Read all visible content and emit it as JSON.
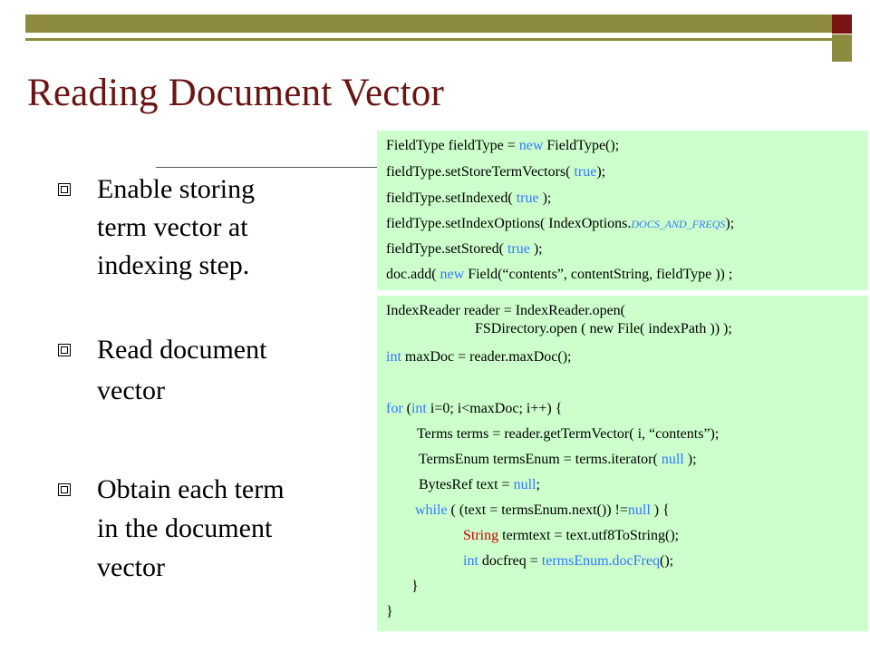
{
  "slide": {
    "title": "Reading Document Vector",
    "bullets": [
      {
        "lines": [
          "Enable storing",
          "term vector  at",
          "indexing step."
        ]
      },
      {
        "lines": [
          "Read document",
          "vector"
        ]
      },
      {
        "lines": [
          "Obtain each term",
          "in the document",
          "vector"
        ]
      }
    ]
  },
  "code1": {
    "l1_a": "FieldType fieldType = ",
    "l1_kw": "new",
    "l1_b": " FieldType();",
    "l2_a": "fieldType.setStoreTermVectors( ",
    "l2_kw": "true",
    "l2_b": ");",
    "l3_a": "fieldType.setIndexed( ",
    "l3_kw": "true",
    "l3_b": " );",
    "l4_a": "fieldType.setIndexOptions( IndexOptions.",
    "l4_kw": "DOCS_AND_FREQS",
    "l4_b": ");",
    "l5_a": "fieldType.setStored( ",
    "l5_kw": "true",
    "l5_b": " );",
    "l6_a": "doc.add( ",
    "l6_kw": "new",
    "l6_b": " Field(“contents”, contentString, fieldType )) ;"
  },
  "code2": {
    "l1": "IndexReader reader  =  IndexReader.open(",
    "l2": "FSDirectory.open ( new File( indexPath )) );",
    "l3_kw": "int",
    "l3_b": " maxDoc = reader.maxDoc();",
    "l4_kw": "for",
    "l4_a": " (",
    "l4_kw2": "int",
    "l4_b": " i=0; i<maxDoc; i++) {",
    "l5": "Terms terms = reader.getTermVector(  i, “contents”);",
    "l6_a": "TermsEnum termsEnum = terms.iterator(  ",
    "l6_kw": "null",
    "l6_b": " );",
    "l7_a": "BytesRef  text = ",
    "l7_kw": "null",
    "l7_b": ";",
    "l8_kw": "while",
    "l8_a": " ( (text = termsEnum.next()) !=",
    "l8_kw2": "null",
    "l8_b": " ) {",
    "l9_red": "String",
    "l9_b": " termtext = text.utf8ToString();",
    "l10_kw": "int",
    "l10_a": " docfreq = ",
    "l10_kw2": "termsEnum.docFreq",
    "l10_b": "();",
    "l11": "}",
    "l12": "}"
  }
}
